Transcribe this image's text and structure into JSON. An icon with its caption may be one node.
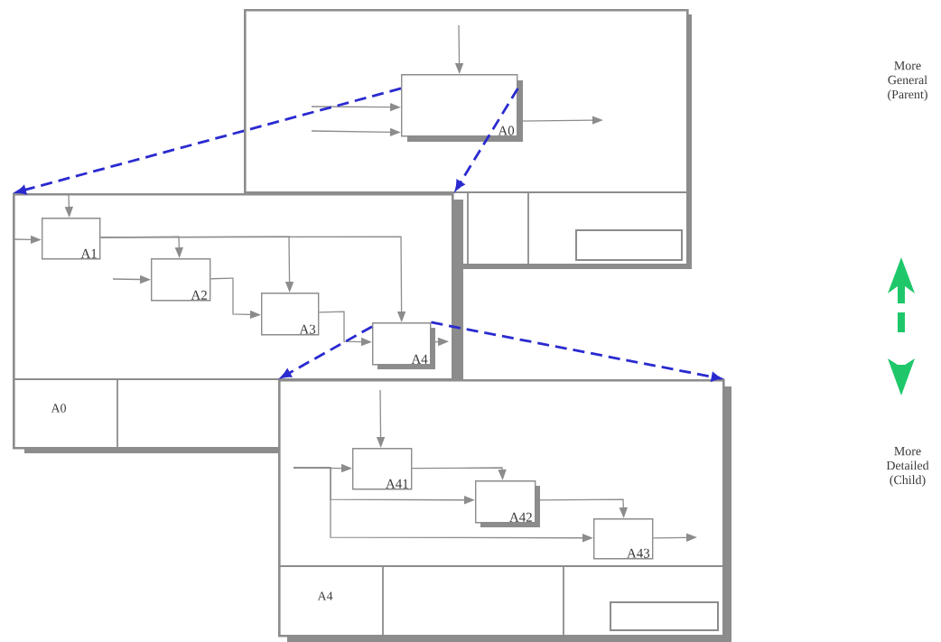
{
  "diagram": {
    "nodes": [
      {
        "text": [],
        "shape": "box"
      },
      {
        "text": [
          "A0"
        ],
        "in": 0
      },
      {
        "text": [],
        "shape": "box"
      },
      {
        "text": [
          "A1"
        ],
        "in": 2
      },
      {
        "text": [
          "A2"
        ],
        "in": 2
      },
      {
        "text": [
          "A3"
        ],
        "in": 2
      },
      {
        "text": [
          "A4"
        ],
        "in": 2
      },
      {
        "text": [],
        "shape": "box"
      },
      {
        "text": [
          "A41"
        ],
        "in": 7
      },
      {
        "text": [
          "A42"
        ],
        "in": 7
      },
      {
        "text": [
          "A43"
        ],
        "in": 7
      }
    ],
    "edges": [
      {
        "from": null,
        "to": 1,
        "arrow": "to"
      },
      {
        "from": null,
        "to": 1,
        "arrow": "to"
      },
      {
        "from": null,
        "to": 1,
        "arrow": "to"
      },
      {
        "from": 1,
        "to": null,
        "arrow": "to"
      },
      {
        "from": 1,
        "to": 2,
        "arrow": "to",
        "style": "dashed",
        "color": "#2a2ad0"
      },
      {
        "from": 1,
        "to": 2,
        "arrow": "to",
        "style": "dashed",
        "color": "#2a2ad0"
      },
      {
        "from": null,
        "to": 3,
        "arrow": "to"
      },
      {
        "from": null,
        "to": 3,
        "arrow": "to"
      },
      {
        "from": 3,
        "to": 4,
        "arrow": "to"
      },
      {
        "from": 3,
        "to": 5,
        "arrow": "to"
      },
      {
        "from": 3,
        "to": 6,
        "arrow": "to"
      },
      {
        "from": null,
        "to": 4,
        "arrow": "to"
      },
      {
        "from": 4,
        "to": 5,
        "arrow": "to"
      },
      {
        "from": 5,
        "to": 6,
        "arrow": "to"
      },
      {
        "from": 6,
        "to": null,
        "arrow": "to"
      },
      {
        "from": 6,
        "to": 7,
        "arrow": "to",
        "style": "dashed",
        "color": "#2a2ad0"
      },
      {
        "from": 6,
        "to": 7,
        "arrow": "to",
        "style": "dashed",
        "color": "#2a2ad0"
      },
      {
        "from": null,
        "to": 8,
        "arrow": "to"
      },
      {
        "from": null,
        "to": 8,
        "arrow": "to"
      },
      {
        "from": null,
        "to": 9,
        "arrow": "to"
      },
      {
        "from": null,
        "to": 10,
        "arrow": "to"
      },
      {
        "from": 8,
        "to": 9,
        "arrow": "to"
      },
      {
        "from": 9,
        "to": 10,
        "arrow": "to"
      },
      {
        "from": 10,
        "to": null,
        "arrow": "to"
      }
    ],
    "labels": [
      "More General (Parent)",
      "A0",
      "More Detailed (Child)",
      "A4"
    ]
  }
}
